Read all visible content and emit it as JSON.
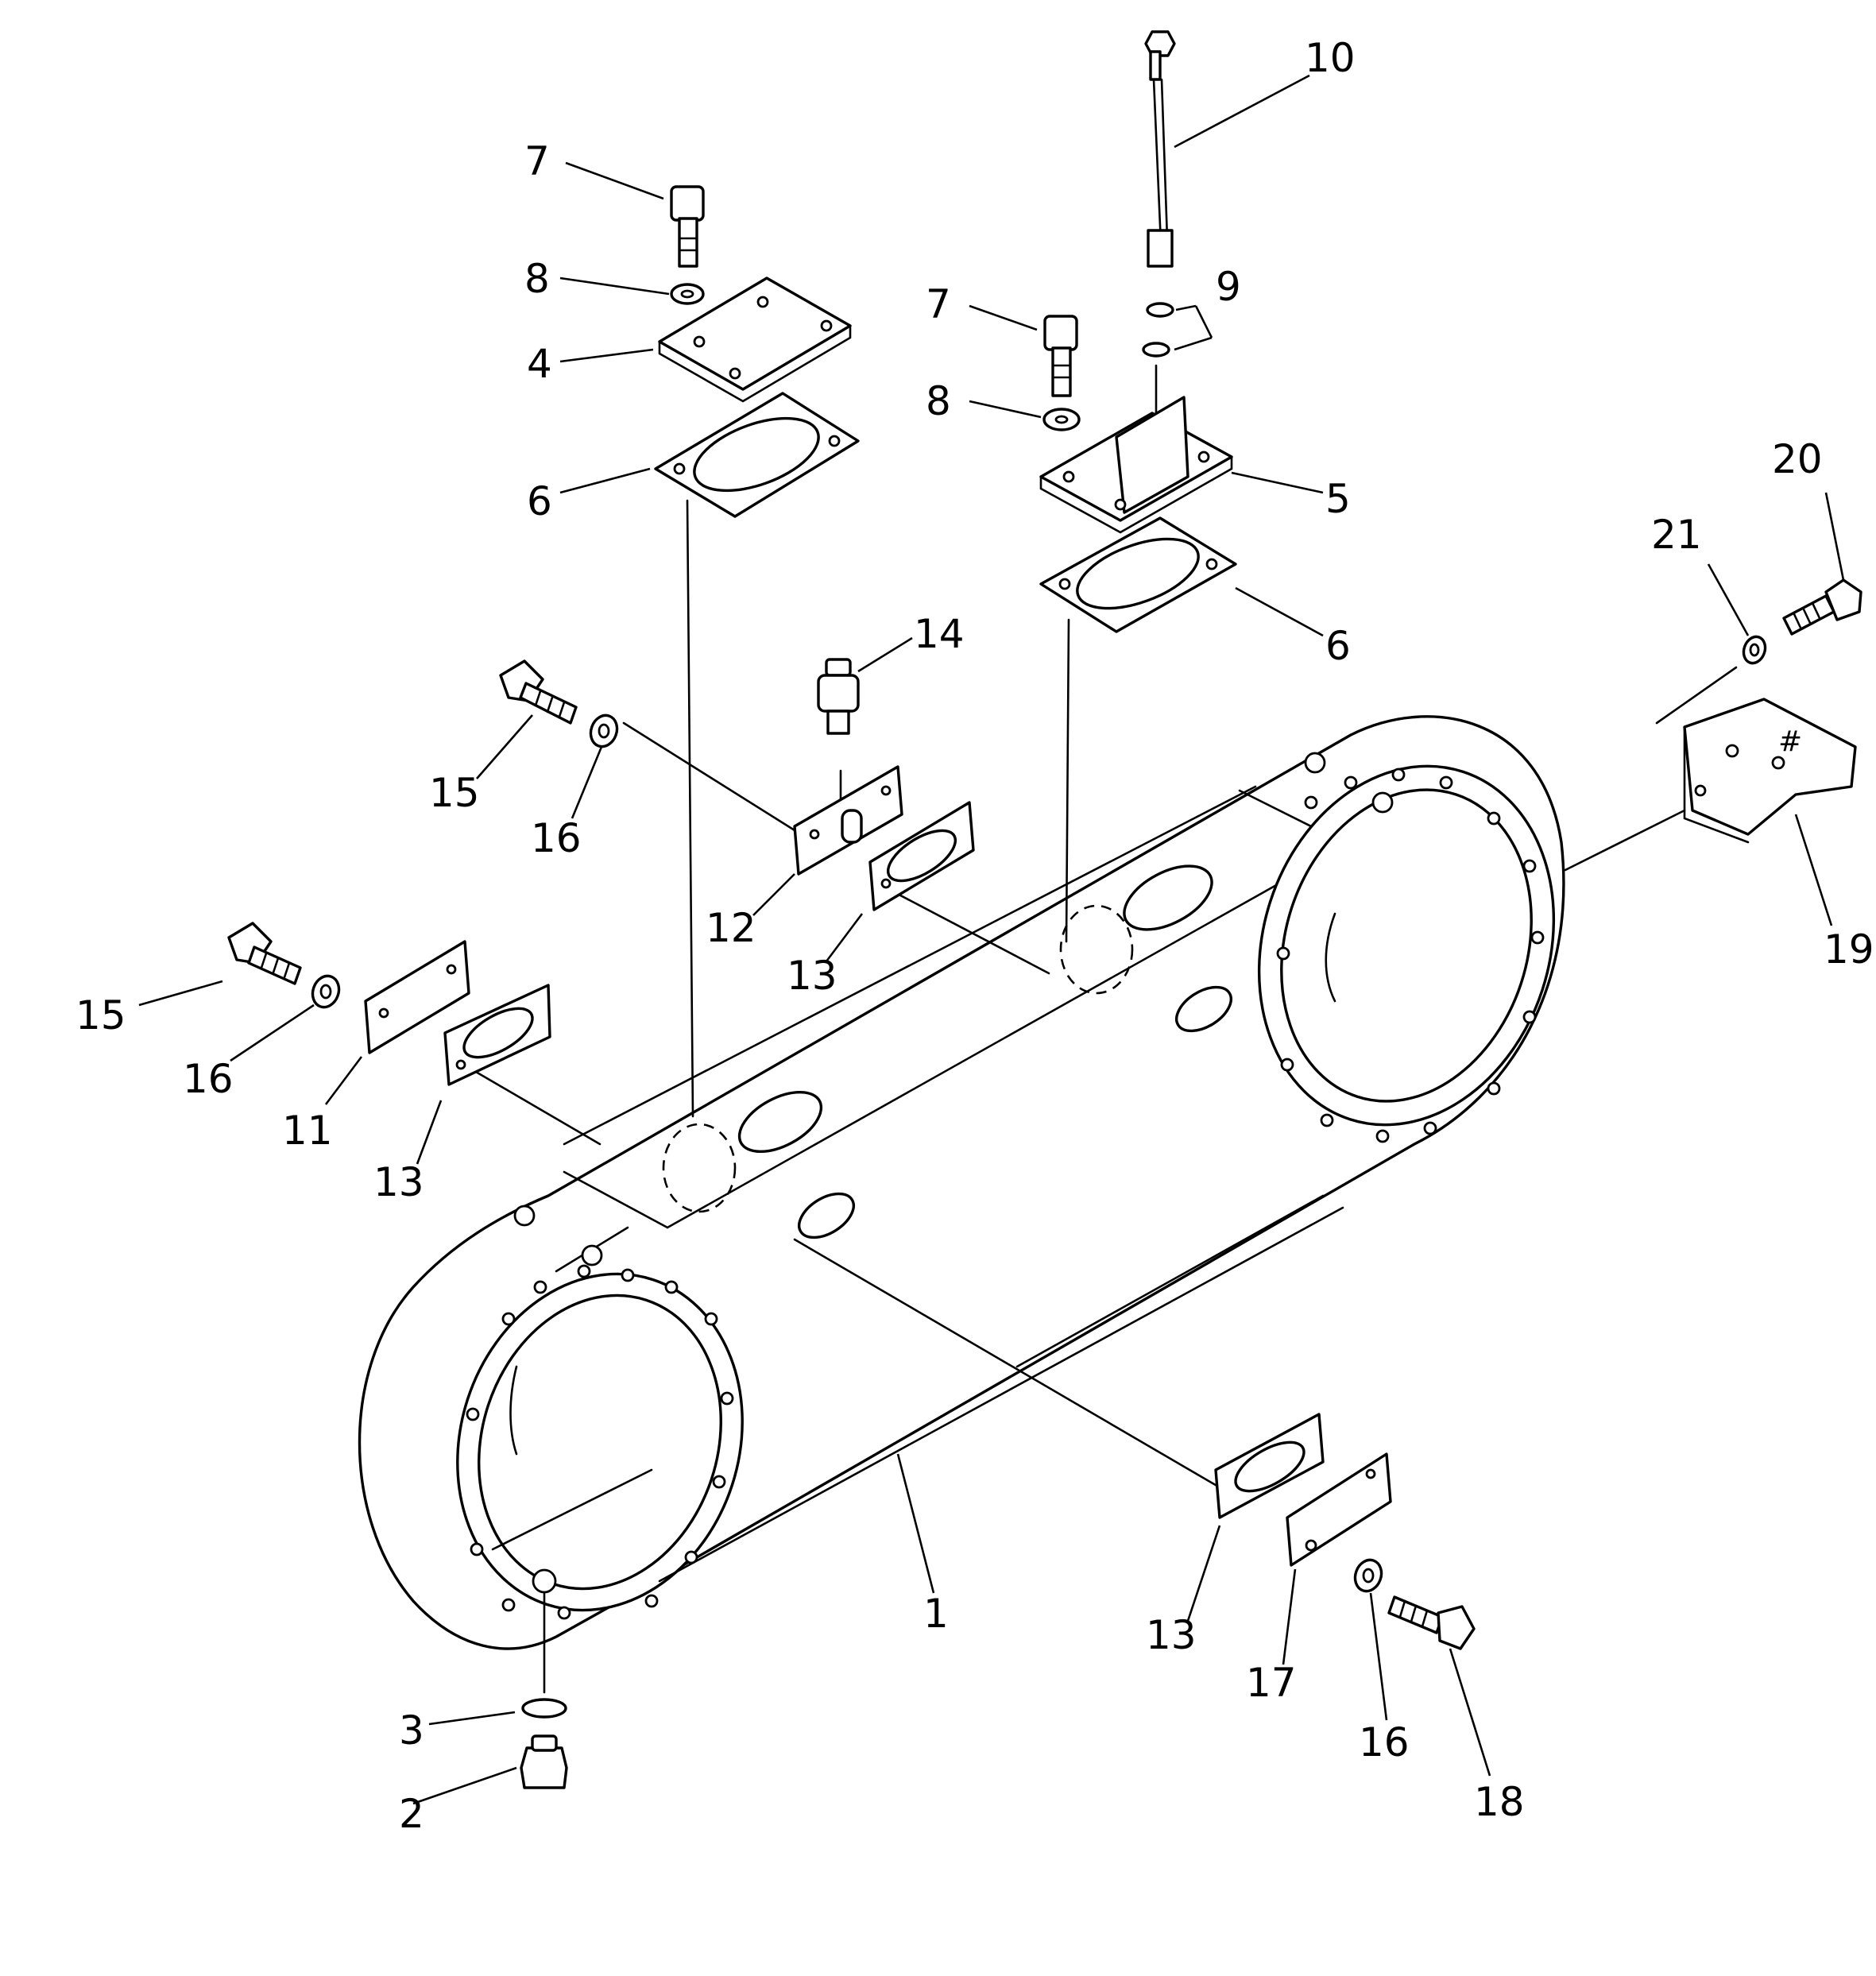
{
  "diagram": {
    "callouts": [
      {
        "id": "1",
        "text": "1"
      },
      {
        "id": "2",
        "text": "2"
      },
      {
        "id": "3",
        "text": "3"
      },
      {
        "id": "4",
        "text": "4"
      },
      {
        "id": "5",
        "text": "5"
      },
      {
        "id": "6a",
        "text": "6"
      },
      {
        "id": "6b",
        "text": "6"
      },
      {
        "id": "7a",
        "text": "7"
      },
      {
        "id": "7b",
        "text": "7"
      },
      {
        "id": "8a",
        "text": "8"
      },
      {
        "id": "8b",
        "text": "8"
      },
      {
        "id": "9",
        "text": "9"
      },
      {
        "id": "10",
        "text": "10"
      },
      {
        "id": "11",
        "text": "11"
      },
      {
        "id": "12",
        "text": "12"
      },
      {
        "id": "13a",
        "text": "13"
      },
      {
        "id": "13b",
        "text": "13"
      },
      {
        "id": "13c",
        "text": "13"
      },
      {
        "id": "14",
        "text": "14"
      },
      {
        "id": "15a",
        "text": "15"
      },
      {
        "id": "15b",
        "text": "15"
      },
      {
        "id": "16a",
        "text": "16"
      },
      {
        "id": "16b",
        "text": "16"
      },
      {
        "id": "16c",
        "text": "16"
      },
      {
        "id": "17",
        "text": "17"
      },
      {
        "id": "18",
        "text": "18"
      },
      {
        "id": "19",
        "text": "19"
      },
      {
        "id": "20",
        "text": "20"
      },
      {
        "id": "21",
        "text": "21"
      }
    ],
    "line_color": "#000000",
    "background": "#ffffff"
  }
}
